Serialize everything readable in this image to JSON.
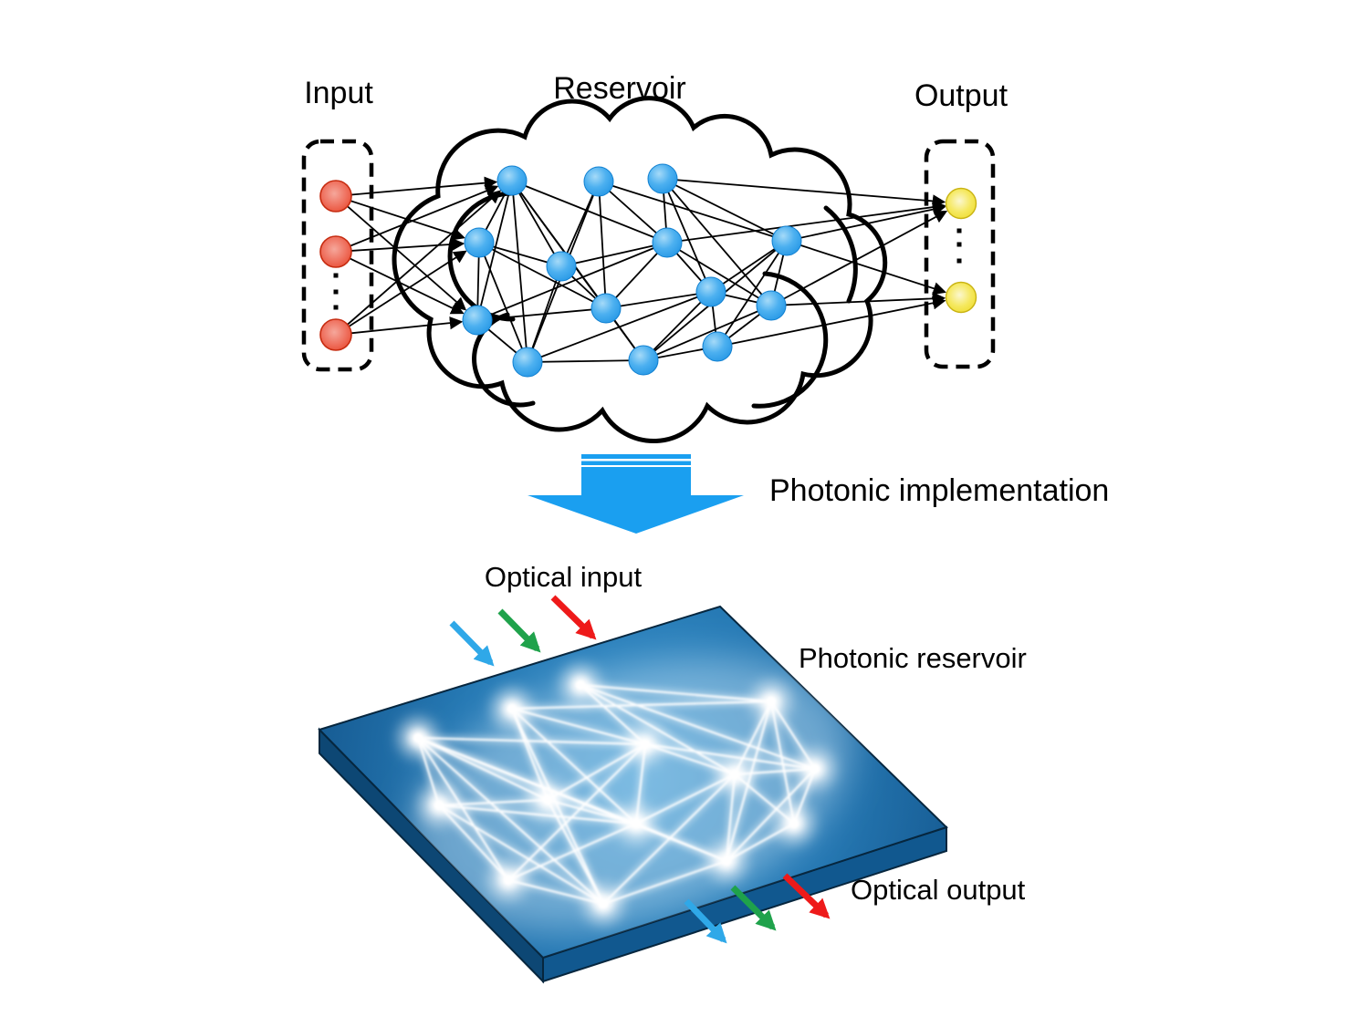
{
  "labels": {
    "input": "Input",
    "reservoir": "Reservoir",
    "output": "Output",
    "photonic_implementation": "Photonic implementation",
    "optical_input": "Optical input",
    "photonic_reservoir": "Photonic reservoir",
    "optical_output": "Optical output"
  },
  "colors": {
    "input_node": "#ee5440",
    "reservoir_node": "#2aa0ee",
    "output_node": "#eedc2e",
    "link": "#000000",
    "cloud_outline": "#000000",
    "implementation_arrow": "#1a9ff0",
    "beam_blue": "#2fa8e8",
    "beam_green": "#1fa24b",
    "beam_red": "#ee1a1a",
    "chip_top": "#2679b4",
    "chip_side_left": "#0d4774",
    "chip_side_right": "#11588f",
    "glow": "#ffffff"
  },
  "network": {
    "cloud_nodes": {
      "n1": [
        561,
        198
      ],
      "n2": [
        656,
        199
      ],
      "n3": [
        726,
        196
      ],
      "n4": [
        525,
        266
      ],
      "n5": [
        731,
        266
      ],
      "n6": [
        862,
        264
      ],
      "n7": [
        615,
        292
      ],
      "n8": [
        779,
        320
      ],
      "n9": [
        845,
        335
      ],
      "n10": [
        523,
        351
      ],
      "n11": [
        664,
        338
      ],
      "n12": [
        578,
        397
      ],
      "n13": [
        705,
        395
      ],
      "n14": [
        786,
        380
      ]
    },
    "edges": [
      [
        "n1",
        "n4"
      ],
      [
        "n1",
        "n7"
      ],
      [
        "n1",
        "n10"
      ],
      [
        "n1",
        "n11"
      ],
      [
        "n1",
        "n12"
      ],
      [
        "n1",
        "n13"
      ],
      [
        "n1",
        "n5"
      ],
      [
        "n2",
        "n5"
      ],
      [
        "n2",
        "n6"
      ],
      [
        "n2",
        "n7"
      ],
      [
        "n2",
        "n11"
      ],
      [
        "n2",
        "n12"
      ],
      [
        "n3",
        "n5"
      ],
      [
        "n3",
        "n6"
      ],
      [
        "n3",
        "n8"
      ],
      [
        "n3",
        "n9"
      ],
      [
        "n4",
        "n7"
      ],
      [
        "n4",
        "n10"
      ],
      [
        "n4",
        "n11"
      ],
      [
        "n4",
        "n12"
      ],
      [
        "n5",
        "n7"
      ],
      [
        "n5",
        "n8"
      ],
      [
        "n5",
        "n9"
      ],
      [
        "n5",
        "n10"
      ],
      [
        "n5",
        "n11"
      ],
      [
        "n6",
        "n8"
      ],
      [
        "n6",
        "n9"
      ],
      [
        "n6",
        "n13"
      ],
      [
        "n6",
        "n14"
      ],
      [
        "n7",
        "n11"
      ],
      [
        "n7",
        "n12"
      ],
      [
        "n8",
        "n9"
      ],
      [
        "n8",
        "n11"
      ],
      [
        "n8",
        "n12"
      ],
      [
        "n8",
        "n13"
      ],
      [
        "n8",
        "n14"
      ],
      [
        "n9",
        "n13"
      ],
      [
        "n9",
        "n14"
      ],
      [
        "n10",
        "n11"
      ],
      [
        "n10",
        "n12"
      ],
      [
        "n11",
        "n13"
      ],
      [
        "n12",
        "n13"
      ],
      [
        "n13",
        "n14"
      ]
    ],
    "chip_nodes": {
      "n1": [
        458,
        809
      ],
      "n2": [
        561,
        777
      ],
      "n3": [
        636,
        751
      ],
      "n4": [
        481,
        883
      ],
      "n5": [
        707,
        816
      ],
      "n6": [
        845,
        769
      ],
      "n7": [
        600,
        877
      ],
      "n8": [
        805,
        849
      ],
      "n9": [
        893,
        843
      ],
      "n10": [
        557,
        965
      ],
      "n11": [
        697,
        903
      ],
      "n12": [
        661,
        991
      ],
      "n13": [
        796,
        944
      ],
      "n14": [
        870,
        903
      ]
    }
  },
  "io": {
    "input_box": [
      333,
      155,
      74,
      250
    ],
    "output_box": [
      1015,
      155,
      73,
      247
    ],
    "input_nodes": [
      [
        368,
        215
      ],
      [
        368,
        276
      ],
      [
        368,
        367
      ]
    ],
    "input_dots": [
      [
        368,
        302
      ],
      [
        368,
        320
      ],
      [
        368,
        337
      ]
    ],
    "output_nodes": [
      [
        1053,
        223
      ],
      [
        1053,
        326
      ]
    ],
    "output_dots": [
      [
        1051,
        253
      ],
      [
        1051,
        268
      ],
      [
        1051,
        286
      ]
    ],
    "input_targets": [
      "n1",
      "n4",
      "n10"
    ],
    "output_sources": {
      "o1": [
        "n3",
        "n5",
        "n6",
        "n9"
      ],
      "o2": [
        "n6",
        "n9",
        "n14"
      ]
    }
  },
  "implementation_arrow": {
    "bars": [
      [
        637,
        498,
        120,
        5
      ],
      [
        637,
        505.5,
        120,
        4.5
      ]
    ],
    "body": [
      637,
      512,
      120,
      31
    ],
    "head": [
      [
        578,
        543
      ],
      [
        815,
        543
      ],
      [
        697,
        585
      ]
    ]
  },
  "chip": {
    "top_face": [
      [
        350,
        800
      ],
      [
        789,
        665
      ],
      [
        1037,
        907
      ],
      [
        595,
        1050
      ]
    ],
    "thickness": 26,
    "input_beams": [
      {
        "name": "beam-blue-in",
        "color": "#2fa8e8",
        "from": [
          495,
          683
        ],
        "to": [
          544,
          733
        ]
      },
      {
        "name": "beam-green-in",
        "color": "#1fa24b",
        "from": [
          548,
          670
        ],
        "to": [
          595,
          718
        ]
      },
      {
        "name": "beam-red-in",
        "color": "#ee1a1a",
        "from": [
          606,
          655
        ],
        "to": [
          656,
          704
        ]
      }
    ],
    "output_beams": [
      {
        "name": "beam-blue-out",
        "color": "#2fa8e8",
        "from": [
          752,
          988
        ],
        "to": [
          799,
          1037
        ]
      },
      {
        "name": "beam-green-out",
        "color": "#1fa24b",
        "from": [
          803,
          973
        ],
        "to": [
          853,
          1023
        ]
      },
      {
        "name": "beam-red-out",
        "color": "#ee1a1a",
        "from": [
          860,
          960
        ],
        "to": [
          912,
          1010
        ]
      }
    ]
  }
}
